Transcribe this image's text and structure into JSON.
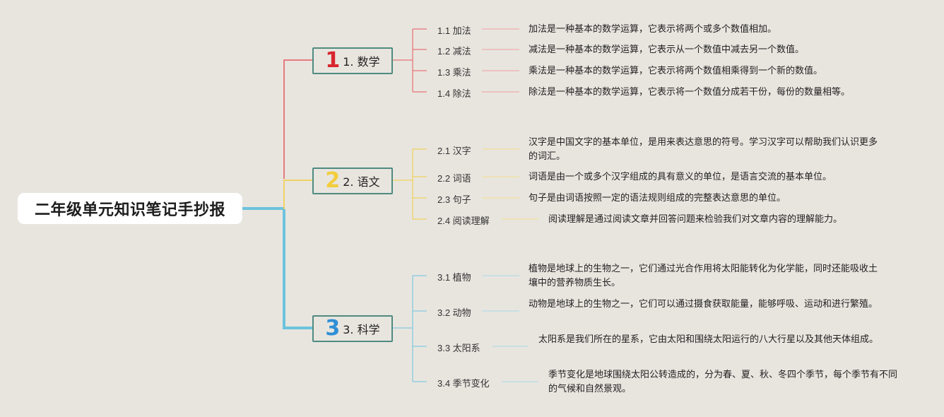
{
  "title": "二年级单元知识笔记手抄报",
  "colors": {
    "red": "#e8585e",
    "yellow": "#f2cd3c",
    "blue": "#4aa8e0"
  },
  "categories": [
    {
      "num": "1",
      "label": "1. 数学",
      "items": [
        {
          "label": "1.1 加法",
          "desc": "加法是一种基本的数学运算，它表示将两个或多个数值相加。"
        },
        {
          "label": "1.2 减法",
          "desc": "减法是一种基本的数学运算，它表示从一个数值中减去另一个数值。"
        },
        {
          "label": "1.3 乘法",
          "desc": "乘法是一种基本的数学运算，它表示将两个数值相乘得到一个新的数值。"
        },
        {
          "label": "1.4 除法",
          "desc": "除法是一种基本的数学运算，它表示将一个数值分成若干份，每份的数量相等。"
        }
      ]
    },
    {
      "num": "2",
      "label": "2. 语文",
      "items": [
        {
          "label": "2.1 汉字",
          "desc": "汉字是中国文字的基本单位，是用来表达意思的符号。学习汉字可以帮助我们认识更多的词汇。"
        },
        {
          "label": "2.2 词语",
          "desc": "词语是由一个或多个汉字组成的具有意义的单位，是语言交流的基本单位。"
        },
        {
          "label": "2.3 句子",
          "desc": "句子是由词语按照一定的语法规则组成的完整表达意思的单位。"
        },
        {
          "label": "2.4 阅读理解",
          "desc": "阅读理解是通过阅读文章并回答问题来检验我们对文章内容的理解能力。"
        }
      ]
    },
    {
      "num": "3",
      "label": "3. 科学",
      "items": [
        {
          "label": "3.1 植物",
          "desc": "植物是地球上的生物之一，它们通过光合作用将太阳能转化为化学能，同时还能吸收土壤中的营养物质生长。"
        },
        {
          "label": "3.2 动物",
          "desc": "动物是地球上的生物之一，它们可以通过摄食获取能量，能够呼吸、运动和进行繁殖。"
        },
        {
          "label": "3.3 太阳系",
          "desc": "太阳系是我们所在的星系，它由太阳和围绕太阳运行的八大行星以及其他天体组成。"
        },
        {
          "label": "3.4 季节变化",
          "desc": "季节变化是地球围绕太阳公转造成的，分为春、夏、秋、冬四个季节，每个季节有不同的气候和自然景观。"
        }
      ]
    }
  ]
}
